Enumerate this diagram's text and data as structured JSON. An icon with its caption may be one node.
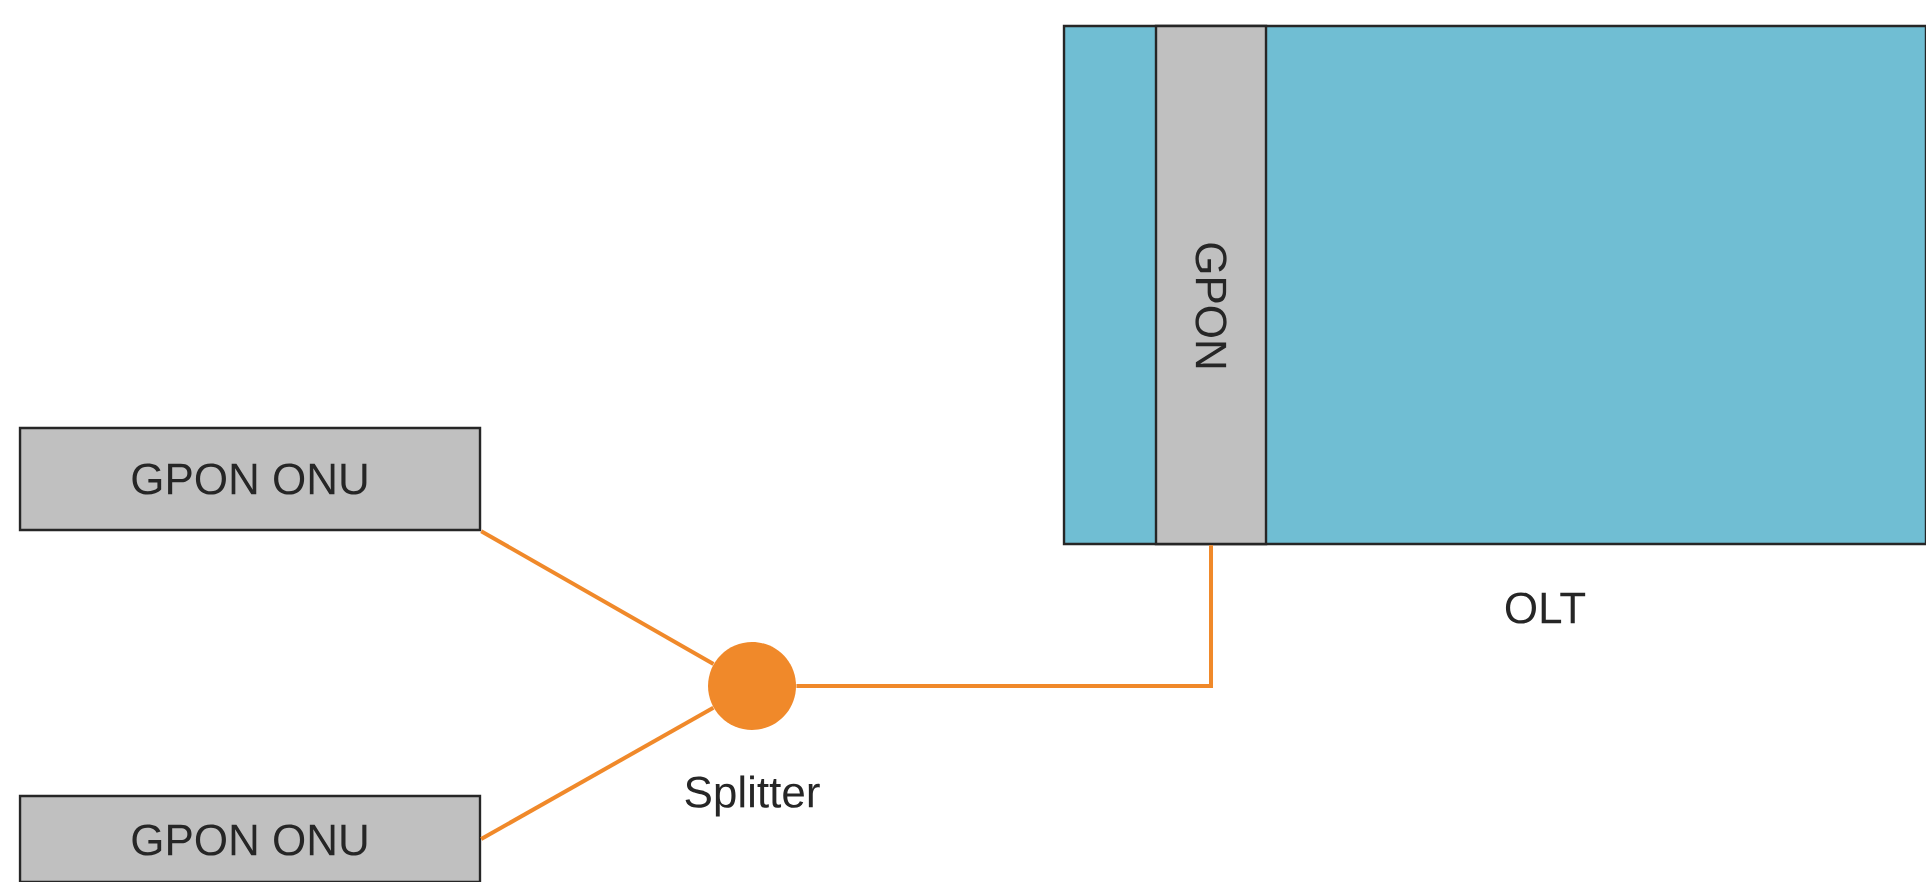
{
  "diagram": {
    "nodes": [
      {
        "text": [
          "OLT"
        ]
      },
      {
        "text": [
          "GPON"
        ],
        "in": 0
      },
      {
        "text": [
          "GPON ONU"
        ]
      },
      {
        "text": [
          "GPON ONU"
        ]
      },
      {
        "text": [
          "Splitter"
        ]
      }
    ],
    "edges": [
      {
        "from": 2,
        "to": 4,
        "arrow": "none"
      },
      {
        "from": 3,
        "to": 4,
        "arrow": "none"
      },
      {
        "from": 4,
        "to": 1,
        "arrow": "none"
      }
    ]
  }
}
